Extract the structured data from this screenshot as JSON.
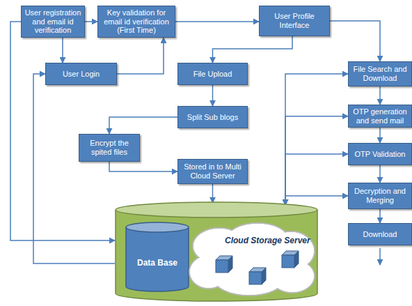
{
  "diagram": {
    "nodes": [
      {
        "text": [
          "User registration and email id verification"
        ]
      },
      {
        "text": [
          "Key validation for email id verification (First Time)"
        ]
      },
      {
        "text": [
          "User Profile Interface"
        ]
      },
      {
        "text": [
          "User Login"
        ]
      },
      {
        "text": [
          "File Upload"
        ]
      },
      {
        "text": [
          "File Search and Download"
        ]
      },
      {
        "text": [
          "OTP generation and send mail"
        ]
      },
      {
        "text": [
          "Split Sub blogs"
        ]
      },
      {
        "text": [
          "Encrypt the spited files"
        ]
      },
      {
        "text": [
          "OTP Validation"
        ]
      },
      {
        "text": [
          "Stored in to Multi Cloud Server"
        ]
      },
      {
        "text": [
          "Decryption and Merging"
        ]
      },
      {
        "text": [
          "Cloud Storage Server"
        ]
      },
      {
        "text": [
          "Data Base"
        ],
        "in": 12
      },
      {
        "text": [
          "Download"
        ]
      }
    ],
    "edges": [
      {
        "from": 0,
        "to": 1,
        "arrow": "to"
      },
      {
        "from": 0,
        "to": 3,
        "arrow": "to"
      },
      {
        "from": 3,
        "to": 1,
        "arrow": "to"
      },
      {
        "from": 1,
        "to": 2,
        "arrow": "to"
      },
      {
        "from": 2,
        "to": 4,
        "arrow": "to"
      },
      {
        "from": 2,
        "to": 5,
        "arrow": "to"
      },
      {
        "from": 4,
        "to": 7,
        "arrow": "to"
      },
      {
        "from": 7,
        "to": 8,
        "arrow": "to"
      },
      {
        "from": 8,
        "to": 10,
        "arrow": "to"
      },
      {
        "from": 10,
        "to": 12,
        "arrow": "to"
      },
      {
        "from": 5,
        "to": 6,
        "arrow": "to"
      },
      {
        "from": 6,
        "to": 9,
        "arrow": "to"
      },
      {
        "from": 9,
        "to": 11,
        "arrow": "to"
      },
      {
        "from": 11,
        "to": 14,
        "arrow": "to"
      },
      {
        "from": 0,
        "to": 12,
        "arrow": "to"
      },
      {
        "from": 12,
        "to": 3,
        "arrow": "to"
      },
      {
        "from": 5,
        "to": 12,
        "arrow": "both"
      },
      {
        "from": 6,
        "to": 12,
        "arrow": "both"
      },
      {
        "from": 9,
        "to": 12,
        "arrow": "both"
      },
      {
        "from": 11,
        "to": 12,
        "arrow": "both"
      }
    ]
  }
}
